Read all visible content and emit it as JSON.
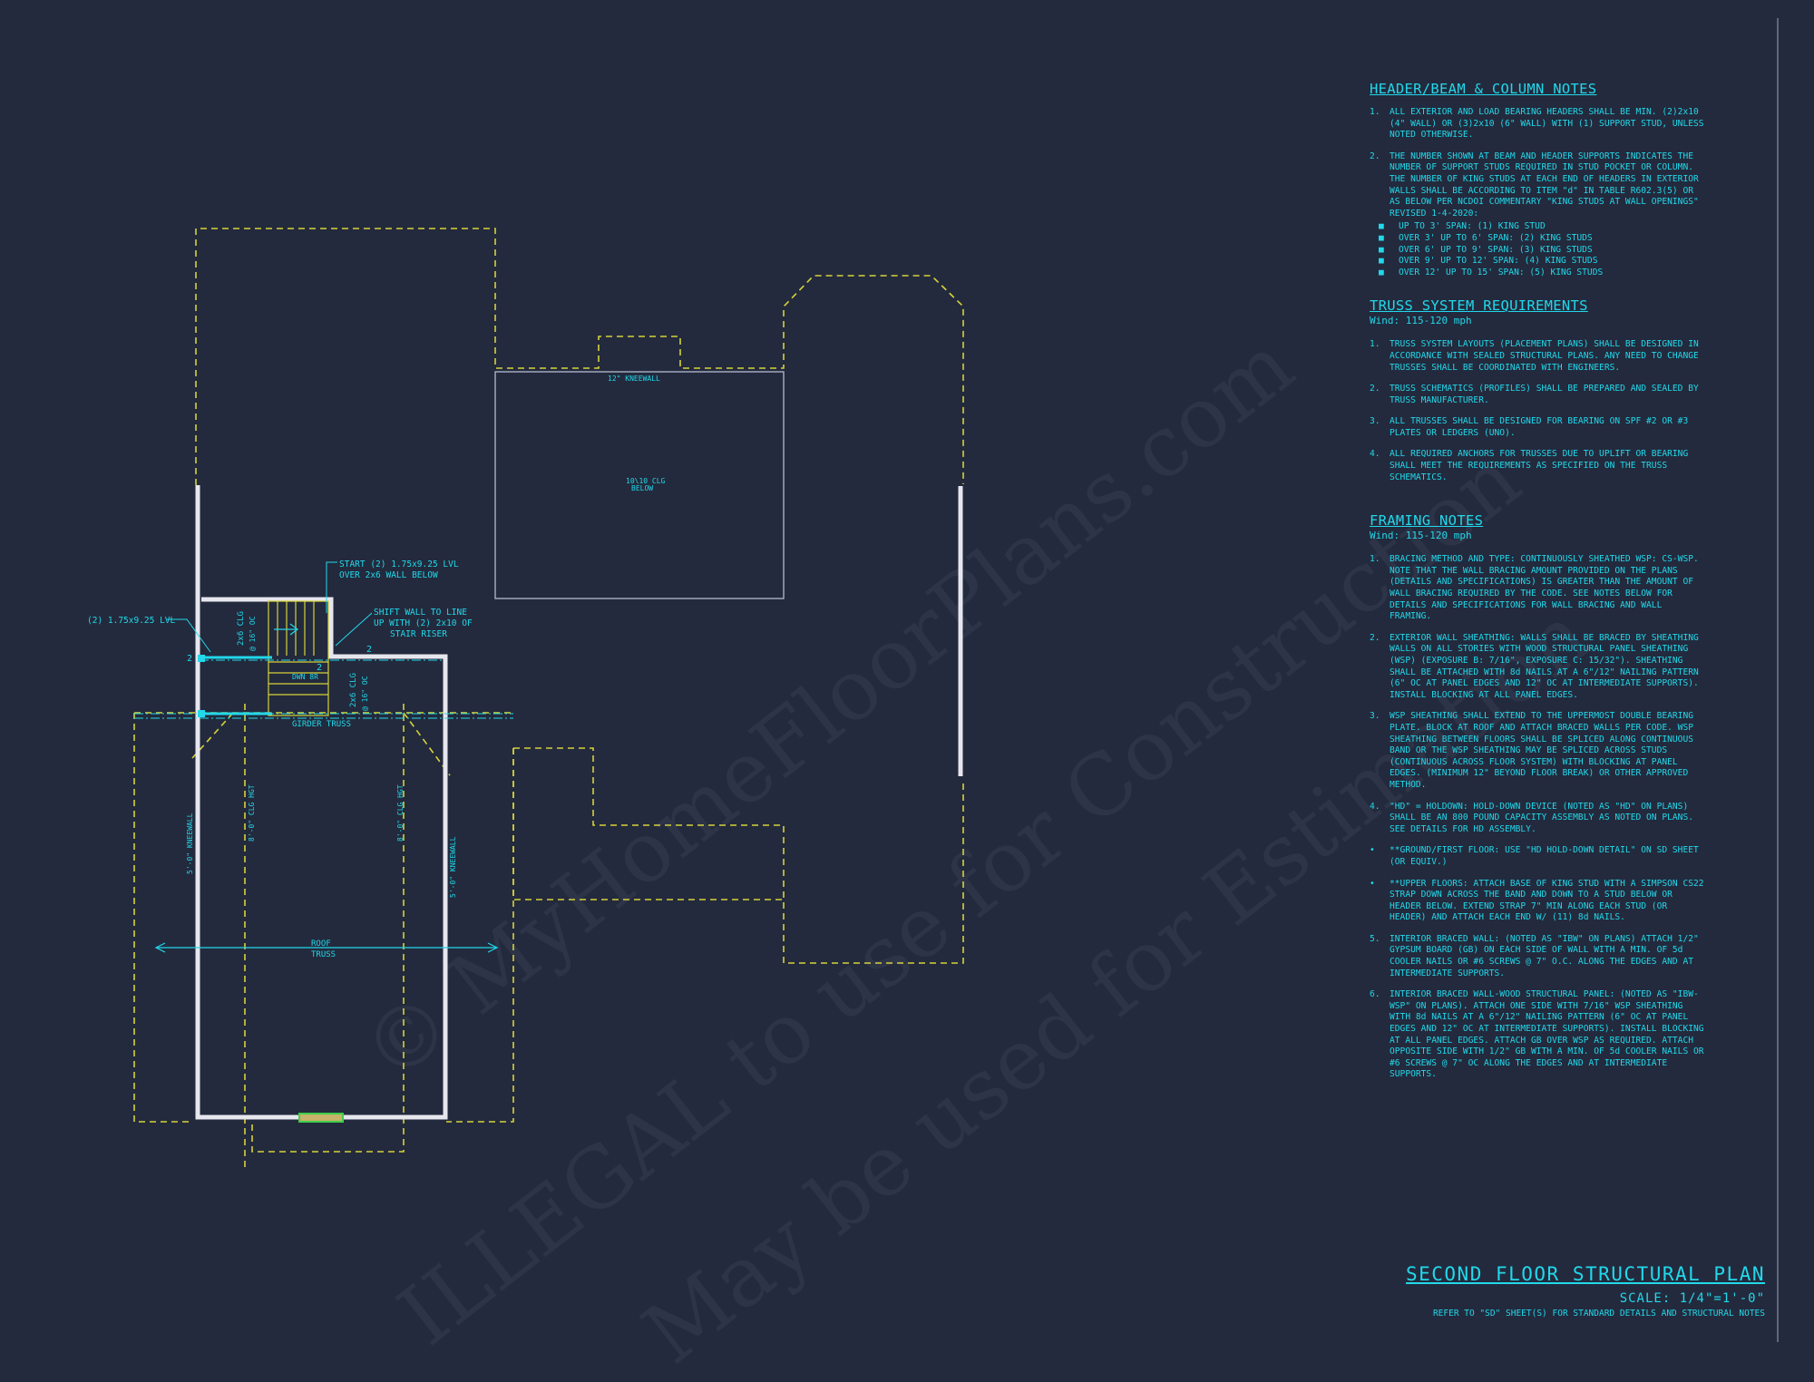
{
  "watermark": {
    "line1": "© MyHomeFloorPlans.com",
    "line2": "ILLEGAL to use for Construction",
    "line3": "May be used for Estimation"
  },
  "plan_labels": {
    "kneewall_12": "12\" KNEEWALL",
    "clg_1010_a": "10\\10 CLG",
    "clg_1010_b": "BELOW",
    "start_lvl_a": "START (2) 1.75x9.25 LVL",
    "start_lvl_b": "OVER 2x6 WALL BELOW",
    "shift_wall_a": "SHIFT WALL TO LINE",
    "shift_wall_b": "UP WITH (2) 2x10 OF",
    "shift_wall_c": "STAIR RISER",
    "lvl_left": "(2) 1.75x9.25 LVL",
    "clg_joist_1a": "2x6 CLG",
    "clg_joist_1b": "@ 16\" OC",
    "clg_joist_2a": "2x6 CLG",
    "clg_joist_2b": "@ 16\" OC",
    "dn_label": "DWN 8R",
    "girder_truss": "GIRDER TRUSS",
    "kneewall_left": "5'-0\" KNEEWALL",
    "clg_hgt_left": "8'-0\" CLG HGT",
    "clg_hgt_right": "8'-0\" CLG HGT",
    "kneewall_right": "5'-0\" KNEEWALL",
    "roof_a": "ROOF",
    "roof_b": "TRUSS",
    "tag_2a": "2",
    "tag_2b": "2",
    "tag_2c": "2"
  },
  "notes": {
    "header": {
      "title": "HEADER/BEAM & COLUMN NOTES",
      "items": [
        {
          "num": "1.",
          "text": "ALL EXTERIOR AND LOAD BEARING HEADERS SHALL BE MIN. (2)2x10 (4\" WALL) OR (3)2x10 (6\" WALL) WITH (1) SUPPORT STUD, UNLESS NOTED OTHERWISE."
        },
        {
          "num": "2.",
          "text": "THE NUMBER SHOWN AT BEAM AND HEADER SUPPORTS INDICATES THE NUMBER OF SUPPORT STUDS REQUIRED IN STUD POCKET OR COLUMN. THE NUMBER OF KING STUDS AT EACH END OF HEADERS IN EXTERIOR WALLS SHALL BE ACCORDING TO ITEM \"d\" IN TABLE R602.3(5) OR AS BELOW PER NCDOI COMMENTARY \"KING STUDS AT WALL OPENINGS\" REVISED 1-4-2020:"
        }
      ],
      "bullets": [
        {
          "sym": "■",
          "text": "UP TO 3' SPAN: (1) KING STUD"
        },
        {
          "sym": "■",
          "text": "OVER 3' UP TO 6' SPAN: (2) KING STUDS"
        },
        {
          "sym": "■",
          "text": "OVER 6' UP TO 9' SPAN: (3) KING STUDS"
        },
        {
          "sym": "■",
          "text": "OVER 9' UP TO 12' SPAN: (4) KING STUDS"
        },
        {
          "sym": "■",
          "text": "OVER 12' UP TO 15' SPAN: (5) KING STUDS"
        }
      ]
    },
    "truss": {
      "title": "TRUSS SYSTEM REQUIREMENTS",
      "subtitle": "Wind: 115-120 mph",
      "items": [
        {
          "num": "1.",
          "text": "TRUSS SYSTEM LAYOUTS (PLACEMENT PLANS) SHALL BE DESIGNED IN ACCORDANCE WITH SEALED STRUCTURAL PLANS. ANY NEED TO CHANGE TRUSSES SHALL BE COORDINATED WITH ENGINEERS."
        },
        {
          "num": "2.",
          "text": "TRUSS SCHEMATICS (PROFILES) SHALL BE PREPARED AND SEALED BY TRUSS MANUFACTURER."
        },
        {
          "num": "3.",
          "text": "ALL TRUSSES SHALL BE DESIGNED FOR BEARING ON SPF #2 OR #3 PLATES OR LEDGERS (UNO)."
        },
        {
          "num": "4.",
          "text": "ALL REQUIRED ANCHORS FOR TRUSSES DUE TO UPLIFT OR BEARING SHALL MEET THE REQUIREMENTS AS SPECIFIED ON THE TRUSS SCHEMATICS."
        }
      ]
    },
    "framing": {
      "title": "FRAMING NOTES",
      "subtitle": "Wind: 115-120 mph",
      "items": [
        {
          "num": "1.",
          "text": "BRACING METHOD AND TYPE: CONTINUOUSLY SHEATHED WSP: CS-WSP. NOTE THAT THE WALL BRACING AMOUNT PROVIDED ON THE PLANS (DETAILS AND SPECIFICATIONS) IS GREATER THAN THE AMOUNT OF WALL BRACING REQUIRED BY THE CODE. SEE NOTES BELOW FOR DETAILS AND SPECIFICATIONS FOR WALL BRACING AND WALL FRAMING."
        },
        {
          "num": "2.",
          "text": "EXTERIOR WALL SHEATHING: WALLS SHALL BE BRACED BY SHEATHING WALLS ON ALL STORIES WITH WOOD STRUCTURAL PANEL SHEATHING (WSP) (EXPOSURE B: 7/16\", EXPOSURE C: 15/32\"). SHEATHING SHALL BE ATTACHED WITH 8d NAILS AT A 6\"/12\" NAILING PATTERN (6\" OC AT PANEL EDGES AND 12\" OC AT INTERMEDIATE SUPPORTS). INSTALL BLOCKING AT ALL PANEL EDGES."
        },
        {
          "num": "3.",
          "text": "WSP SHEATHING SHALL EXTEND TO THE UPPERMOST DOUBLE BEARING PLATE. BLOCK AT ROOF AND ATTACH BRACED WALLS PER CODE. WSP SHEATHING BETWEEN FLOORS SHALL BE SPLICED ALONG CONTINUOUS BAND OR THE WSP SHEATHING MAY BE SPLICED ACROSS STUDS (CONTINUOUS ACROSS FLOOR SYSTEM) WITH BLOCKING AT PANEL EDGES. (MINIMUM 12\" BEYOND FLOOR BREAK) OR OTHER APPROVED METHOD."
        },
        {
          "num": "4.",
          "text": "\"HD\" = HOLDOWN: HOLD-DOWN DEVICE (NOTED AS \"HD\" ON PLANS) SHALL BE AN 800 POUND CAPACITY ASSEMBLY AS NOTED ON PLANS. SEE DETAILS FOR HD ASSEMBLY."
        },
        {
          "num": "•",
          "text": "**GROUND/FIRST FLOOR: USE \"HD HOLD-DOWN DETAIL\" ON SD SHEET (OR EQUIV.)"
        },
        {
          "num": "•",
          "text": "**UPPER FLOORS: ATTACH BASE OF KING STUD WITH A SIMPSON CS22 STRAP DOWN ACROSS THE BAND AND DOWN TO A STUD BELOW OR HEADER BELOW. EXTEND STRAP 7\" MIN ALONG EACH STUD (OR HEADER) AND ATTACH EACH END W/ (11) 8d NAILS."
        },
        {
          "num": "5.",
          "text": "INTERIOR BRACED WALL: (NOTED AS \"IBW\" ON PLANS) ATTACH 1/2\" GYPSUM BOARD (GB) ON EACH SIDE OF WALL WITH A MIN. OF 5d COOLER NAILS OR #6 SCREWS @ 7\" O.C. ALONG THE EDGES AND AT INTERMEDIATE SUPPORTS."
        },
        {
          "num": "6.",
          "text": "INTERIOR BRACED WALL-WOOD STRUCTURAL PANEL: (NOTED AS \"IBW-WSP\" ON PLANS). ATTACH ONE SIDE WITH 7/16\" WSP SHEATHING WITH 8d NAILS AT A 6\"/12\" NAILING PATTERN (6\" OC AT PANEL EDGES AND 12\" OC AT INTERMEDIATE SUPPORTS). INSTALL BLOCKING AT ALL PANEL EDGES. ATTACH GB OVER WSP AS REQUIRED. ATTACH OPPOSITE SIDE WITH 1/2\" GB WITH A MIN. OF 5d COOLER NAILS OR #6 SCREWS @ 7\" OC ALONG THE EDGES AND AT INTERMEDIATE SUPPORTS."
        }
      ]
    }
  },
  "title_block": {
    "title": "SECOND FLOOR STRUCTURAL PLAN",
    "scale": "SCALE: 1/4\"=1'-0\"",
    "ref": "REFER TO \"SD\" SHEET(S) FOR STANDARD DETAILS AND STRUCTURAL NOTES"
  },
  "colors": {
    "background": "#232a3d",
    "cyan": "#22d8ea",
    "dash_yellow": "#d6d23a",
    "wall_white": "#e6e6ee",
    "window_green": "#3fcf4a"
  }
}
